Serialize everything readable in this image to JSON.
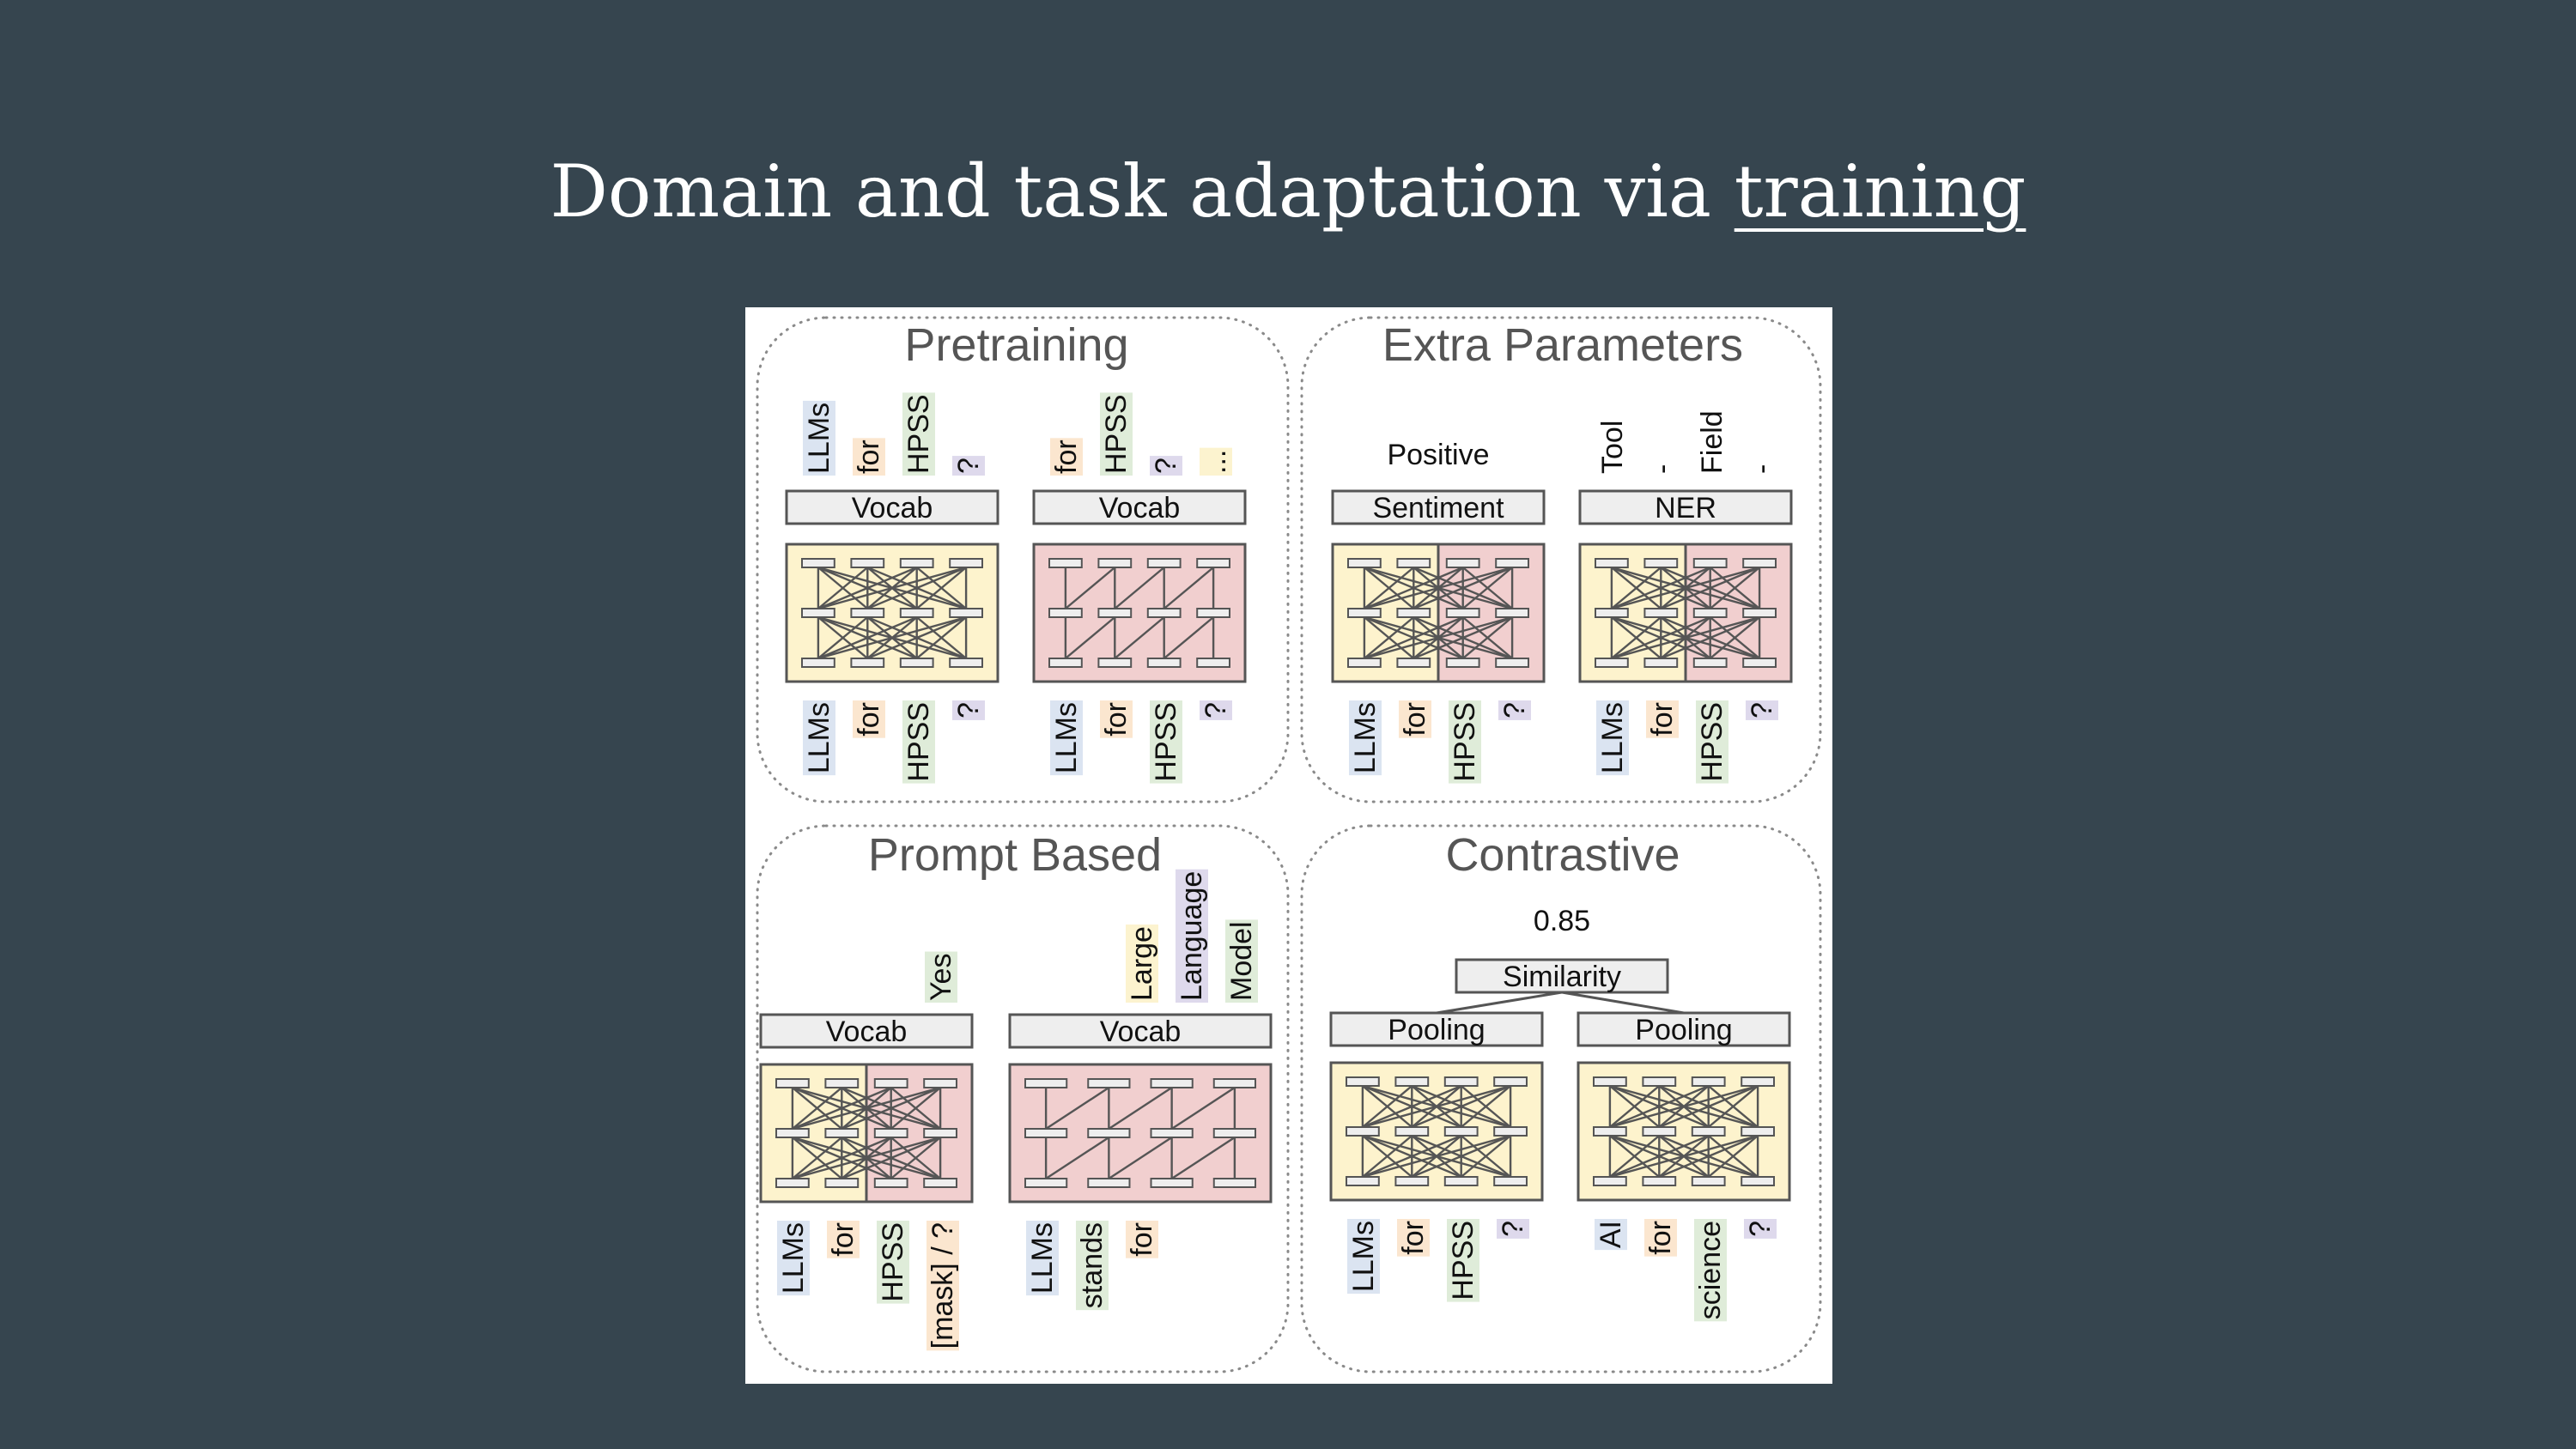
{
  "slide": {
    "title_main": "Domain and task adaptation via ",
    "title_link": "training"
  },
  "colors": {
    "background": "#36454f",
    "blue": "#dbe4f1",
    "orange": "#fbe6cf",
    "green": "#dfecd9",
    "purple": "#ded9ec",
    "yellow": "#fcf3cf",
    "frozen": "#fdf3cd",
    "trainable": "#f1cfcf"
  },
  "panels": {
    "pretraining": {
      "title": "Pretraining",
      "left": {
        "head": "Vocab",
        "outputs": [
          "LLMs",
          "for",
          "HPSS",
          "?"
        ],
        "inputs": [
          "LLMs",
          "for",
          "HPSS",
          "?"
        ]
      },
      "right": {
        "head": "Vocab",
        "outputs": [
          "for",
          "HPSS",
          "?",
          "..."
        ],
        "inputs": [
          "LLMs",
          "for",
          "HPSS",
          "?"
        ]
      }
    },
    "extra": {
      "title": "Extra Parameters",
      "left": {
        "head": "Sentiment",
        "output": "Positive",
        "inputs": [
          "LLMs",
          "for",
          "HPSS",
          "?"
        ]
      },
      "right": {
        "head": "NER",
        "outputs": [
          "Tool",
          "-",
          "Field",
          "-"
        ],
        "inputs": [
          "LLMs",
          "for",
          "HPSS",
          "?"
        ]
      }
    },
    "prompt": {
      "title": "Prompt Based",
      "left": {
        "head": "Vocab",
        "outputs": [
          "Yes"
        ],
        "inputs": [
          "LLMs",
          "for",
          "HPSS",
          "[mask] / ?"
        ]
      },
      "right": {
        "head": "Vocab",
        "outputs": [
          "Large",
          "Language",
          "Model"
        ],
        "inputs": [
          "LLMs",
          "stands",
          "for"
        ]
      }
    },
    "contrastive": {
      "title": "Contrastive",
      "score": "0.85",
      "similarity": "Similarity",
      "left": {
        "head": "Pooling",
        "inputs": [
          "LLMs",
          "for",
          "HPSS",
          "?"
        ]
      },
      "right": {
        "head": "Pooling",
        "inputs": [
          "AI",
          "for",
          "science",
          "?"
        ]
      }
    }
  }
}
